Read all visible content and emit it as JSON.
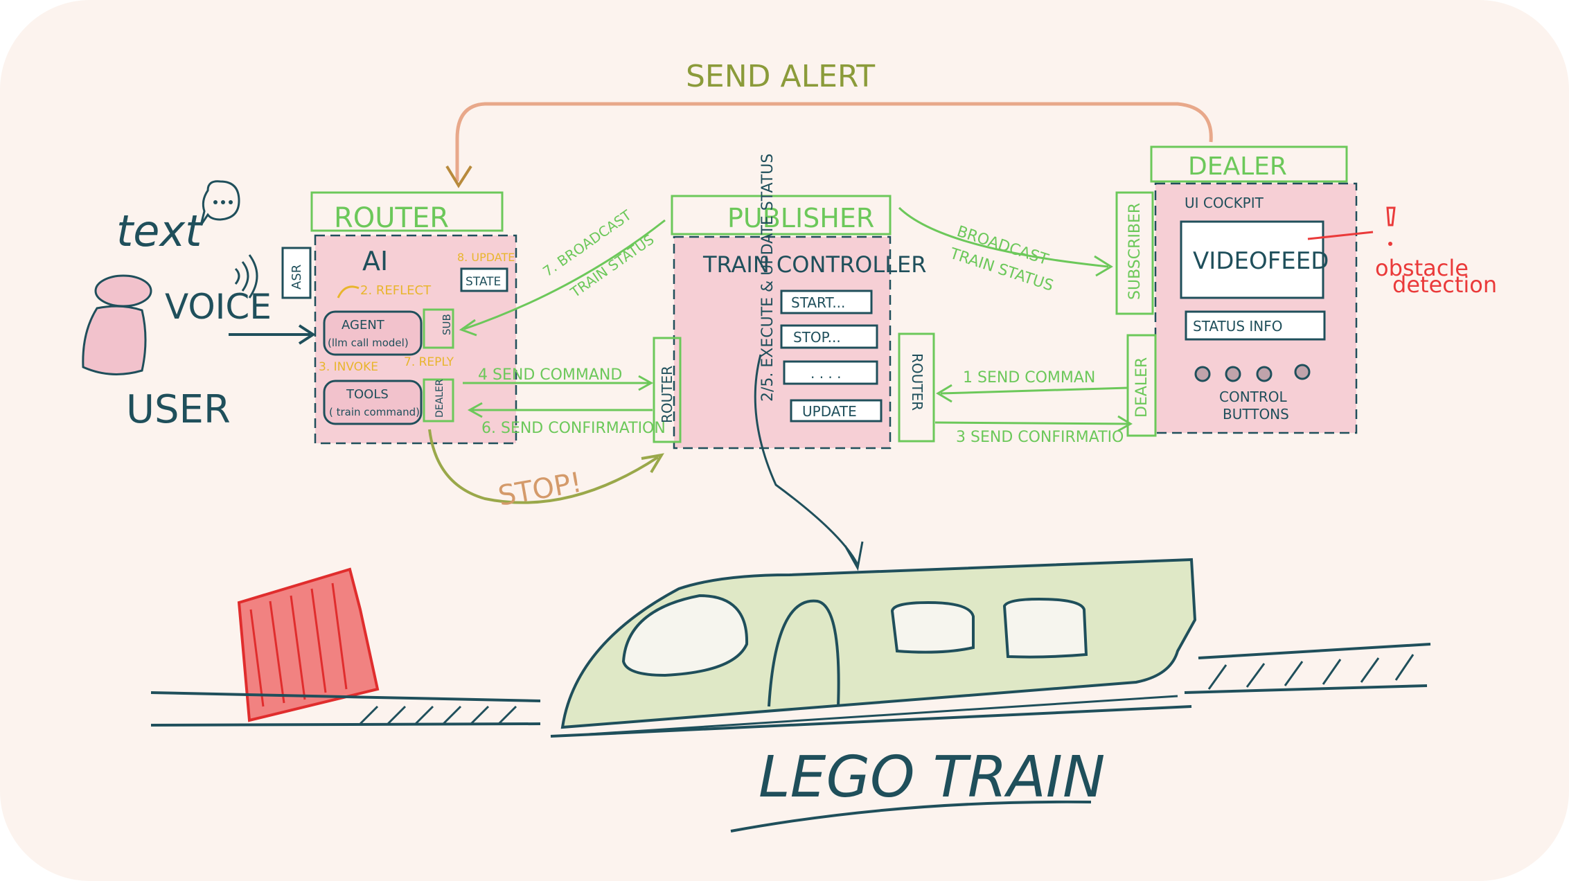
{
  "colors": {
    "background": "#fcf3ee",
    "pink_fill": "#f6cfd5",
    "green": "#6cc85a",
    "teal": "#1f4f5b",
    "orange": "#b88a3c",
    "yellow": "#e8b52d",
    "red": "#ea3a3a",
    "train_fill": "#dfe8c6"
  },
  "user": {
    "text": "text",
    "voice": "VOICE",
    "label": "USER",
    "asr": "ASR"
  },
  "router_box": {
    "title": "ROUTER",
    "ai": "AI",
    "reflect": "2. REFLECT",
    "update": "8. UPDATE",
    "state": "STATE",
    "agent_line1": "AGENT",
    "agent_line2": "(llm call model)",
    "sub": "SUB",
    "invoke": "3. INVOKE",
    "reply": "7. REPLY",
    "tools_line1": "TOOLS",
    "tools_line2": "( train command)",
    "dealer": "DEALER"
  },
  "publisher_box": {
    "title": "PUBLISHER",
    "subtitle": "TRAIN CONTROLLER",
    "execute": "2/5. EXECUTE & UPDATE STATUS",
    "buttons": [
      "START...",
      "STOP...",
      ". . . .",
      "UPDATE"
    ],
    "router_left": "ROUTER",
    "router_right": "ROUTER"
  },
  "dealer_box": {
    "title": "DEALER",
    "cockpit": "UI COCKPIT",
    "videofeed": "VIDEOFEED",
    "status": "STATUS INFO",
    "control_line1": "CONTROL",
    "control_line2": "BUTTONS",
    "subscriber": "SUBSCRIBER",
    "dealer_side": "DEALER"
  },
  "arrows": {
    "send_alert": "SEND ALERT",
    "broadcast_left_1": "7. BROADCAST",
    "broadcast_left_2": "TRAIN STATUS",
    "send_command_4": "4 SEND COMMAND",
    "send_confirmation_6": "6. SEND CONFIRMATION",
    "stop": "STOP!",
    "broadcast_right_1": "BROADCAST",
    "broadcast_right_2": "TRAIN STATUS",
    "send_command_1": "1 SEND COMMAN",
    "send_confirmation_3": "3 SEND CONFIRMATIO"
  },
  "obstacle": {
    "line1": "obstacle",
    "line2": "detection"
  },
  "train": {
    "label": "LEGO TRAIN"
  }
}
